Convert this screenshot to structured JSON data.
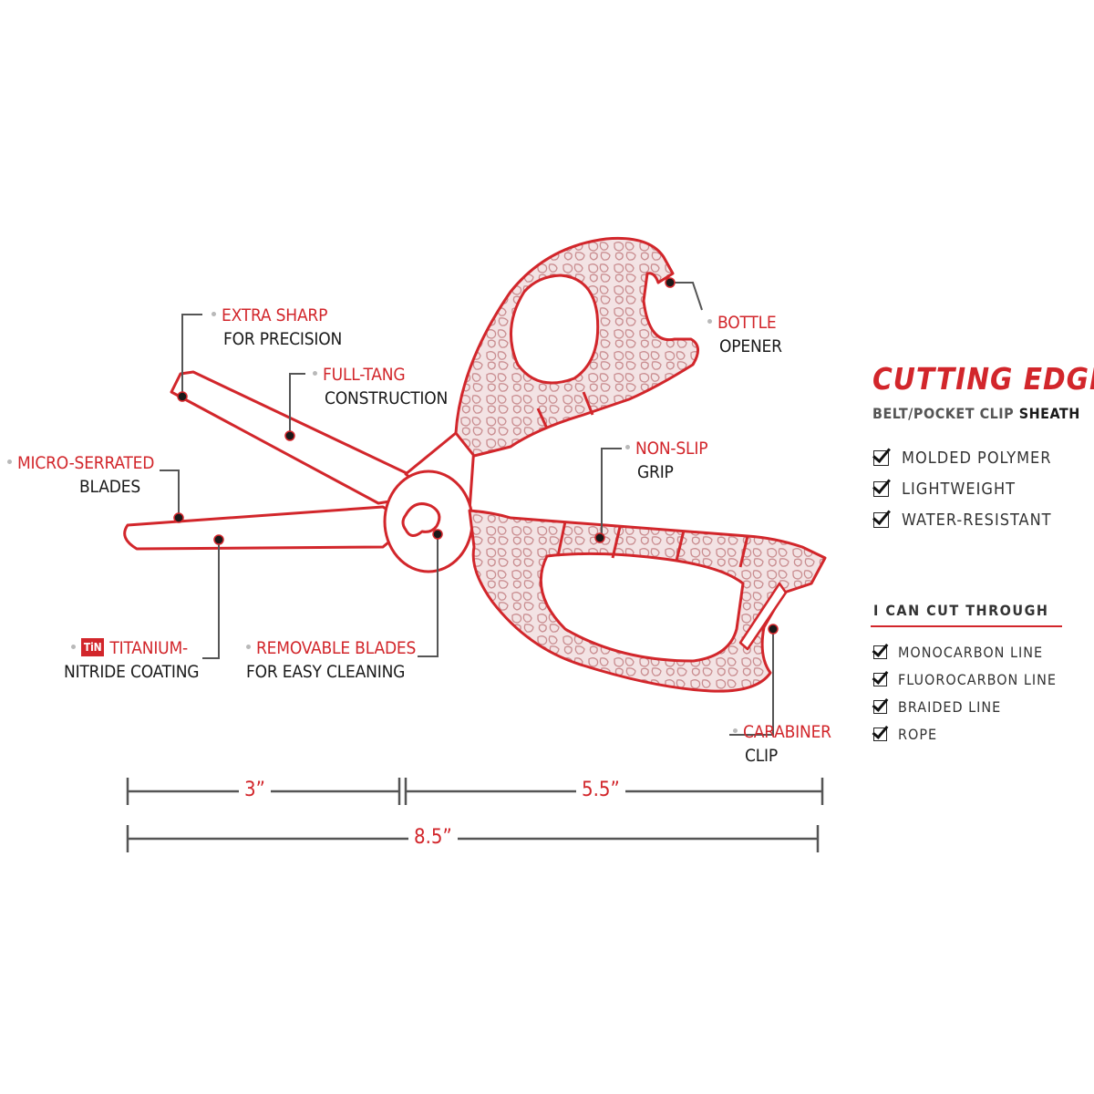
{
  "callouts": {
    "extra_sharp": {
      "line1": "EXTRA SHARP",
      "line2": "FOR PRECISION"
    },
    "full_tang": {
      "line1": "FULL-TANG",
      "line2": "CONSTRUCTION"
    },
    "micro_serrated": {
      "line1": "MICRO-SERRATED",
      "line2": "BLADES"
    },
    "titanium": {
      "badge": "TiN",
      "line1": "TITANIUM-",
      "line2": "NITRIDE COATING"
    },
    "removable": {
      "line1": "REMOVABLE BLADES",
      "line2": "FOR EASY CLEANING"
    },
    "bottle": {
      "line1": "BOTTLE",
      "line2": "OPENER"
    },
    "non_slip": {
      "line1": "NON-SLIP",
      "line2": "GRIP"
    },
    "carabiner": {
      "line1": "CARABINER",
      "line2": "CLIP"
    }
  },
  "dimensions": {
    "blade": "3”",
    "handle": "5.5”",
    "total": "8.5”"
  },
  "sidebar": {
    "title": "CUTTING EDGE",
    "subtitle_plain": "BELT/POCKET CLIP",
    "subtitle_bold": "SHEATH",
    "features": [
      "MOLDED POLYMER",
      "LIGHTWEIGHT",
      "WATER-RESISTANT"
    ],
    "cut_title": "I CAN CUT THROUGH",
    "cut_items": [
      "MONOCARBON LINE",
      "FLUOROCARBON LINE",
      "BRAIDED LINE",
      "ROPE"
    ]
  },
  "colors": {
    "accent": "#d2262b",
    "text": "#1a1a1a",
    "leader": "#555555",
    "grip_fill": "#ecd9da"
  }
}
